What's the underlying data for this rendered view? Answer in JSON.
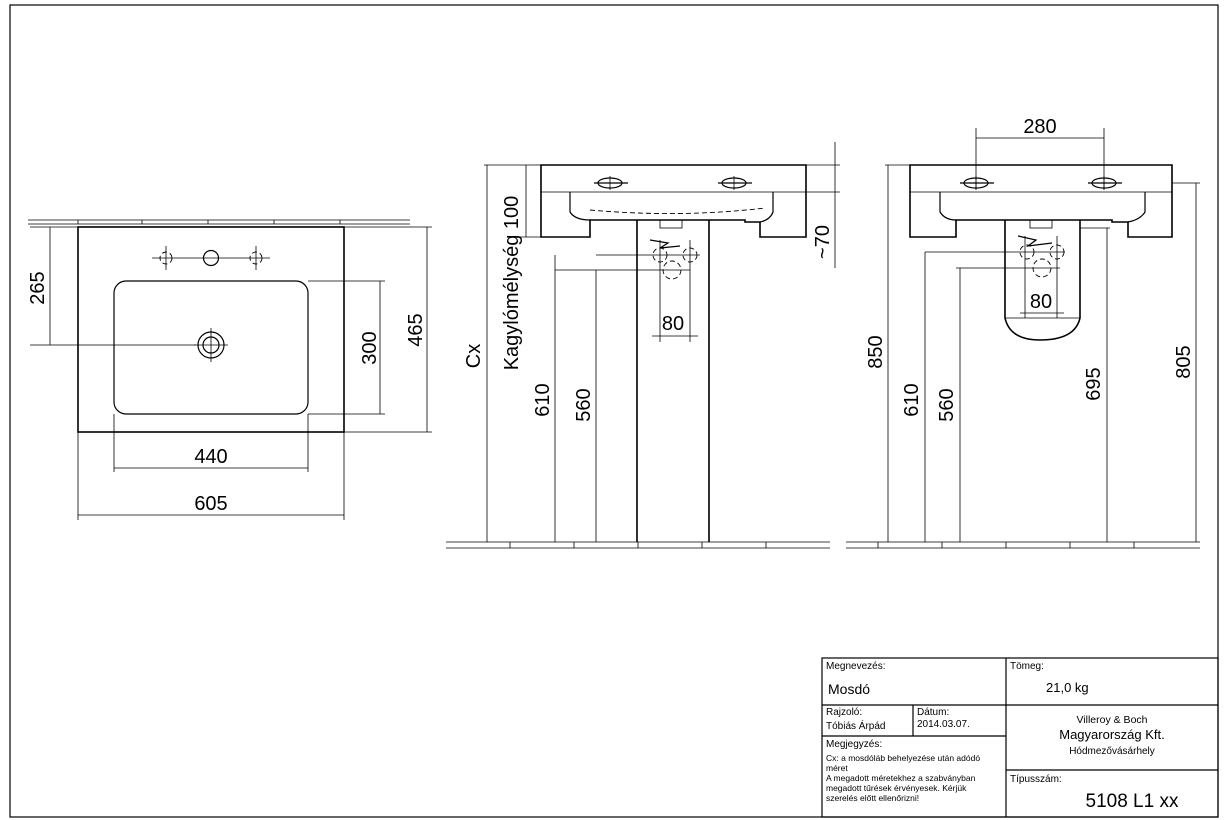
{
  "dimensions": {
    "top_view": {
      "d265": "265",
      "d300": "300",
      "d465": "465",
      "d440": "440",
      "d605": "605"
    },
    "side_view": {
      "cx": "Cx",
      "kagylomelyseg": "Kagylómélység 100",
      "d610": "610",
      "d560": "560",
      "d80": "80",
      "d70": "~70"
    },
    "front_view": {
      "d280": "280",
      "d850": "850",
      "d610": "610",
      "d560": "560",
      "d80": "80",
      "d695": "695",
      "d805": "805"
    }
  },
  "title_block": {
    "megnevezes_label": "Megnevezés:",
    "megnevezes_value": "Mosdó",
    "tomeg_label": "Tömeg:",
    "tomeg_value": "21,0 kg",
    "rajzolo_label": "Rajzoló:",
    "rajzolo_value": "Tóbiás Árpád",
    "datum_label": "Dátum:",
    "datum_value": "2014.03.07.",
    "company_line1": "Villeroy & Boch",
    "company_line2": "Magyarország Kft.",
    "company_line3": "Hódmezővásárhely",
    "megjegyzes_label": "Megjegyzés:",
    "megjegyzes_line1": "Cx: a mosdóláb behelyezése után adódó",
    "megjegyzes_line2": "méret",
    "megjegyzes_line3": "A megadott méretekhez a szabványban",
    "megjegyzes_line4": "megadott tűrések érvényesek. Kérjük",
    "megjegyzes_line5": "szerelés előtt ellenőrizni!",
    "tipusszam_label": "Típusszám:",
    "tipusszam_value": "5108 L1 xx"
  }
}
